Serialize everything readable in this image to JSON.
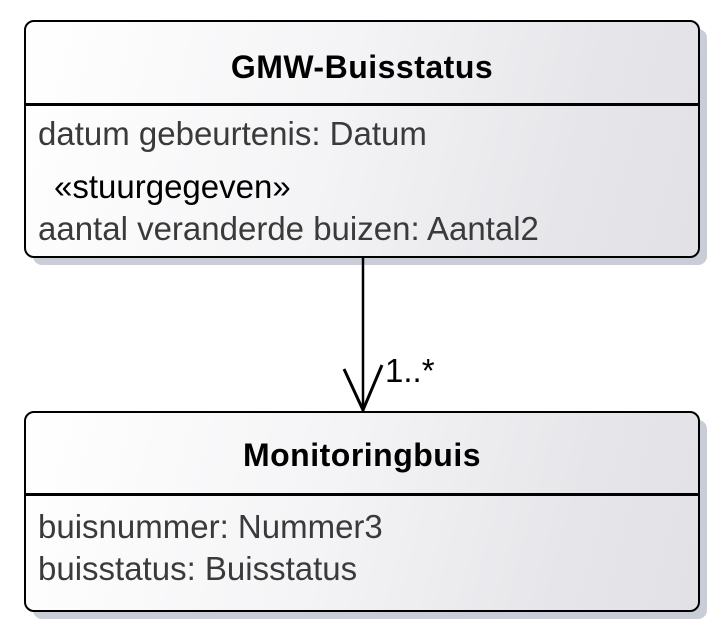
{
  "diagram": {
    "type": "uml-class-diagram"
  },
  "classes": {
    "gmw": {
      "title": "GMW-Buisstatus",
      "attribute_datum": "datum gebeurtenis: Datum",
      "stereotype": "«stuurgegeven»",
      "attribute_aantal": "aantal veranderde buizen: Aantal2"
    },
    "monitoringbuis": {
      "title": "Monitoringbuis",
      "attribute_buisnummer": "buisnummer: Nummer3",
      "attribute_buisstatus": "buisstatus: Buisstatus"
    }
  },
  "association": {
    "multiplicity": "1..*",
    "direction": "gmw-to-monitoringbuis",
    "arrowhead": "open"
  },
  "colors": {
    "border": "#000000",
    "fill_light": "#ffffff",
    "fill_dark": "#e2e2e6",
    "shadow": "#c9cdd7",
    "title_text": "#000000",
    "attribute_text": "#3a3a3a"
  }
}
